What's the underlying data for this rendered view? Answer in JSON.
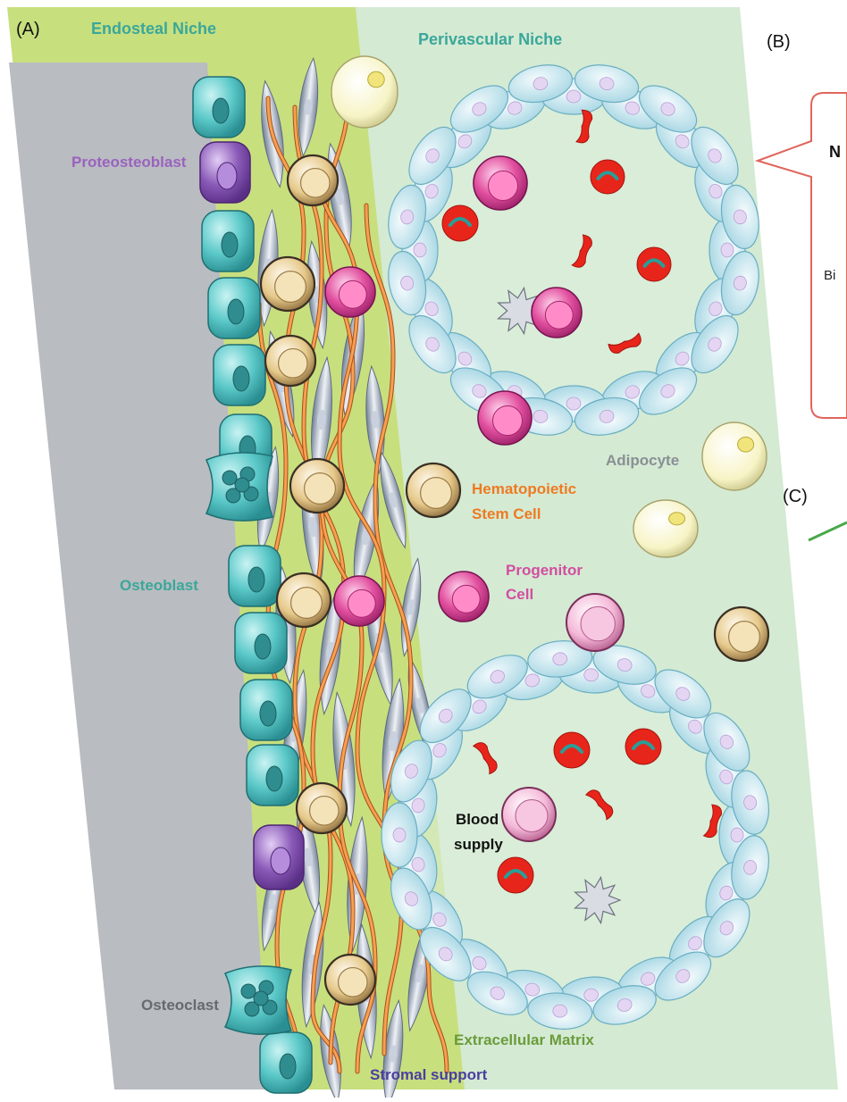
{
  "panel_a": {
    "letter": "(A)",
    "niches": {
      "endosteal": "Endosteal Niche",
      "perivascular": "Perivascular Niche"
    },
    "labels": {
      "proteosteoblast": "Proteosteoblast",
      "osteoblast": "Osteoblast",
      "osteoclast": "Osteoclast",
      "hsc_line1": "Hematopoietic",
      "hsc_line2": "Stem Cell",
      "progenitor_line1": "Progenitor",
      "progenitor_line2": "Cell",
      "adipocyte": "Adipocyte",
      "blood_line1": "Blood",
      "blood_line2": "supply",
      "ecm": "Extracellular Matrix",
      "stromal": "Stromal support"
    }
  },
  "panel_b": {
    "letter": "(B)",
    "callout_text_1": "N",
    "callout_text_2": "Bi"
  },
  "panel_c": {
    "letter": "(C)"
  },
  "colors": {
    "bone_gray": "#b9bcc0",
    "endosteal_green": "#c8df7e",
    "perivascular_green": "#d4ead3",
    "osteoblast_teal": "#5cc9c9",
    "proteosteoblast_purple": "#8a5ab8",
    "fiber_orange": "#f07d24",
    "endothelial_blue": "#d3eef5",
    "rbc_red": "#e8251b",
    "progenitor_magenta": "#e2509f",
    "hsc_tan": "#e6c98a",
    "adipocyte_yellow": "#f7f4c6",
    "callout_red": "#e0655c",
    "text_osteoblast": "#3aa79a",
    "text_proteo": "#9a62c0",
    "text_hsc": "#ee7a22",
    "text_progenitor": "#d24ea0",
    "text_adipocyte": "#8a8f94",
    "text_ecm": "#6b9c3c",
    "text_stromal": "#4b3ea0",
    "text_osteoclast": "#666a70"
  }
}
